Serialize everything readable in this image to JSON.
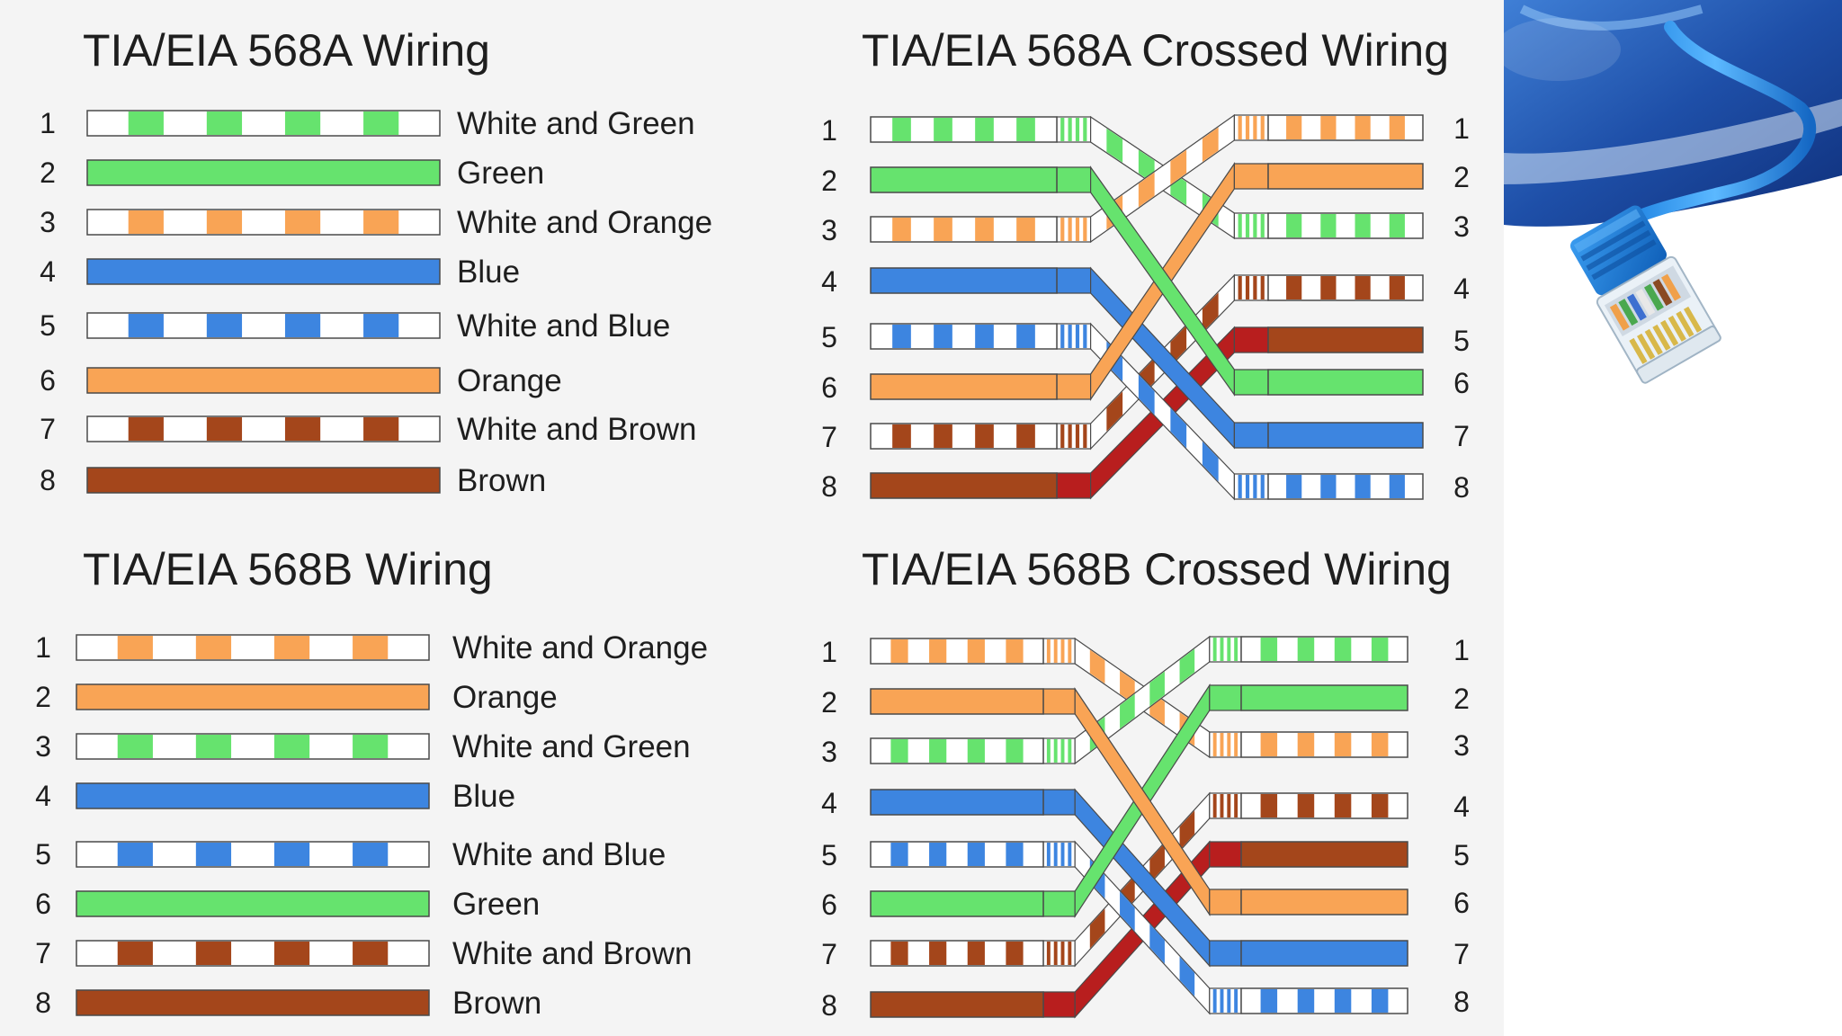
{
  "colors": {
    "green": "#66e36e",
    "orange": "#f9a455",
    "blue": "#3d85e0",
    "brown": "#a4461b",
    "cross_red": "#b81e1e",
    "white": "#ffffff",
    "outline": "#4a4a4a",
    "panel": "#f4f4f4",
    "text": "#1e1e1e"
  },
  "sections": [
    {
      "title": "TIA/EIA 568A Wiring",
      "pins": [
        "1",
        "2",
        "3",
        "4",
        "5",
        "6",
        "7",
        "8"
      ],
      "wires": [
        {
          "label": "White and Green",
          "color": "green",
          "striped": true
        },
        {
          "label": "Green",
          "color": "green",
          "striped": false
        },
        {
          "label": "White and Orange",
          "color": "orange",
          "striped": true
        },
        {
          "label": "Blue",
          "color": "blue",
          "striped": false
        },
        {
          "label": "White and Blue",
          "color": "blue",
          "striped": true
        },
        {
          "label": "Orange",
          "color": "orange",
          "striped": false
        },
        {
          "label": "White and Brown",
          "color": "brown",
          "striped": true
        },
        {
          "label": "Brown",
          "color": "brown",
          "striped": false
        }
      ]
    },
    {
      "title": "TIA/EIA 568B Wiring",
      "pins": [
        "1",
        "2",
        "3",
        "4",
        "5",
        "6",
        "7",
        "8"
      ],
      "wires": [
        {
          "label": "White and Orange",
          "color": "orange",
          "striped": true
        },
        {
          "label": "Orange",
          "color": "orange",
          "striped": false
        },
        {
          "label": "White and Green",
          "color": "green",
          "striped": true
        },
        {
          "label": "Blue",
          "color": "blue",
          "striped": false
        },
        {
          "label": "White and Blue",
          "color": "blue",
          "striped": true
        },
        {
          "label": "Green",
          "color": "green",
          "striped": false
        },
        {
          "label": "White and Brown",
          "color": "brown",
          "striped": true
        },
        {
          "label": "Brown",
          "color": "brown",
          "striped": false
        }
      ]
    }
  ],
  "crossed": [
    {
      "title": "TIA/EIA 568A Crossed Wiring",
      "pins": [
        "1",
        "2",
        "3",
        "4",
        "5",
        "6",
        "7",
        "8"
      ],
      "left": [
        {
          "color": "green",
          "striped": true
        },
        {
          "color": "green",
          "striped": false
        },
        {
          "color": "orange",
          "striped": true
        },
        {
          "color": "blue",
          "striped": false
        },
        {
          "color": "blue",
          "striped": true
        },
        {
          "color": "orange",
          "striped": false
        },
        {
          "color": "brown",
          "striped": true
        },
        {
          "color": "brown",
          "striped": false
        }
      ],
      "right": [
        {
          "color": "orange",
          "striped": true
        },
        {
          "color": "orange",
          "striped": false
        },
        {
          "color": "green",
          "striped": true
        },
        {
          "color": "brown",
          "striped": true
        },
        {
          "color": "brown",
          "striped": false
        },
        {
          "color": "green",
          "striped": false
        },
        {
          "color": "blue",
          "striped": false
        },
        {
          "color": "blue",
          "striped": true
        }
      ],
      "map": [
        3,
        6,
        1,
        7,
        8,
        2,
        4,
        5
      ]
    },
    {
      "title": "TIA/EIA 568B Crossed Wiring",
      "pins": [
        "1",
        "2",
        "3",
        "4",
        "5",
        "6",
        "7",
        "8"
      ],
      "left": [
        {
          "color": "orange",
          "striped": true
        },
        {
          "color": "orange",
          "striped": false
        },
        {
          "color": "green",
          "striped": true
        },
        {
          "color": "blue",
          "striped": false
        },
        {
          "color": "blue",
          "striped": true
        },
        {
          "color": "green",
          "striped": false
        },
        {
          "color": "brown",
          "striped": true
        },
        {
          "color": "brown",
          "striped": false
        }
      ],
      "right": [
        {
          "color": "green",
          "striped": true
        },
        {
          "color": "green",
          "striped": false
        },
        {
          "color": "orange",
          "striped": true
        },
        {
          "color": "brown",
          "striped": true
        },
        {
          "color": "brown",
          "striped": false
        },
        {
          "color": "orange",
          "striped": false
        },
        {
          "color": "blue",
          "striped": false
        },
        {
          "color": "blue",
          "striped": true
        }
      ],
      "map": [
        3,
        6,
        1,
        7,
        8,
        2,
        4,
        5
      ]
    }
  ],
  "decoration": {
    "icon": "ethernet-rj45-connector-icon"
  }
}
